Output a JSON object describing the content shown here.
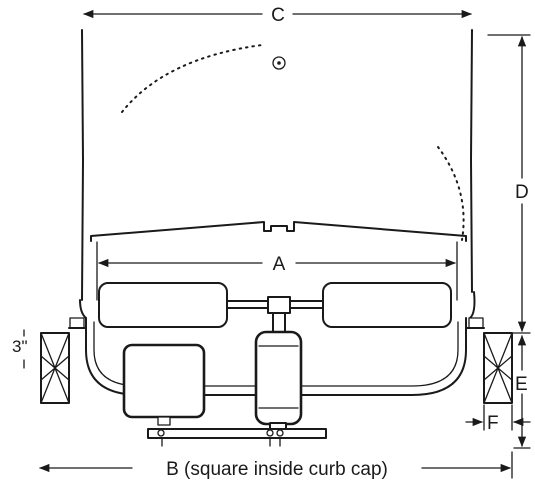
{
  "labels": {
    "a": "A",
    "b": "B (square inside curb cap)",
    "c": "C",
    "d": "D",
    "e": "E",
    "f": "F",
    "curb_height": "3\""
  },
  "colors": {
    "line": "#1a1a1a",
    "background": "#ffffff"
  }
}
